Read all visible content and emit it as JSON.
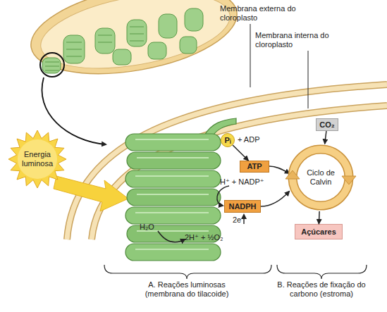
{
  "diagram": {
    "nodes": [
      {
        "text": [
          "Energia luminosa"
        ]
      },
      {
        "text": [
          "Pᵢ"
        ]
      },
      {
        "text": [
          "ATP"
        ]
      },
      {
        "text": [
          "NADPH"
        ]
      },
      {
        "text": [
          "CO₂"
        ]
      },
      {
        "text": [
          "Ciclo de Calvin"
        ]
      },
      {
        "text": [
          "Açúcares"
        ]
      }
    ],
    "edges": [
      {
        "from": 1,
        "to": 2,
        "arrow": "to"
      },
      {
        "from": 4,
        "to": 5,
        "arrow": "to"
      },
      {
        "from": 5,
        "to": 6,
        "arrow": "to"
      }
    ],
    "labels": [
      "Membrana externa do cloroplasto",
      "Membrana interna do cloroplasto",
      "+ ADP",
      "H⁺ + NADP⁺",
      "2e⁻",
      "H₂O",
      "2H⁺ + ½O₂",
      "A. Reações luminosas (membrana do tilacoide)",
      "B. Reações de fixação do carbono (estroma)"
    ]
  }
}
